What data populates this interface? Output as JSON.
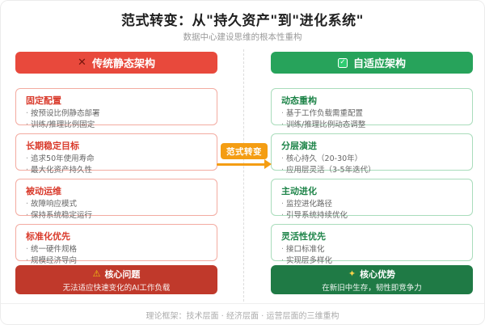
{
  "title": "范式转变：从\"持久资产\"到\"进化系统\"",
  "subtitle": "数据中心建设思维的根本性重构",
  "shift_badge": "范式转变",
  "icons": {
    "cross": "✕",
    "check": "✓",
    "warning": "⚠",
    "sparkle": "✦"
  },
  "colors": {
    "left_header": "#e8493c",
    "left_verdict": "#c0392b",
    "left_accent": "#d93a2b",
    "right_header": "#27a35b",
    "right_verdict": "#1f7a45",
    "right_accent": "#1e8449",
    "shift_orange": "#f49d13"
  },
  "left": {
    "header": "传统静态架构",
    "cards": [
      {
        "title": "固定配置",
        "bullets": [
          "按预设比例静态部署",
          "训练/推理比例固定"
        ]
      },
      {
        "title": "长期稳定目标",
        "bullets": [
          "追求50年使用寿命",
          "最大化资产持久性"
        ]
      },
      {
        "title": "被动运维",
        "bullets": [
          "故障响应模式",
          "保持系统稳定运行"
        ]
      },
      {
        "title": "标准化优先",
        "bullets": [
          "统一硬件规格",
          "规模经济导向"
        ]
      }
    ],
    "verdict": {
      "title": "核心问题",
      "text": "无法适应快速变化的AI工作负载"
    }
  },
  "right": {
    "header": "自适应架构",
    "cards": [
      {
        "title": "动态重构",
        "bullets": [
          "基于工作负载需重配置",
          "训练/推理比例动态调整"
        ]
      },
      {
        "title": "分层演进",
        "bullets": [
          "核心持久（20-30年）",
          "应用层灵活（3-5年迭代）"
        ]
      },
      {
        "title": "主动进化",
        "bullets": [
          "监控进化路径",
          "引导系统持续优化"
        ]
      },
      {
        "title": "灵活性优先",
        "bullets": [
          "接口标准化",
          "实现层多样化"
        ]
      }
    ],
    "verdict": {
      "title": "核心优势",
      "text": "在新旧中生存，韧性即竞争力"
    }
  },
  "page_footer": "理论框架：技术层面 · 经济层面 · 运营层面的三维重构"
}
